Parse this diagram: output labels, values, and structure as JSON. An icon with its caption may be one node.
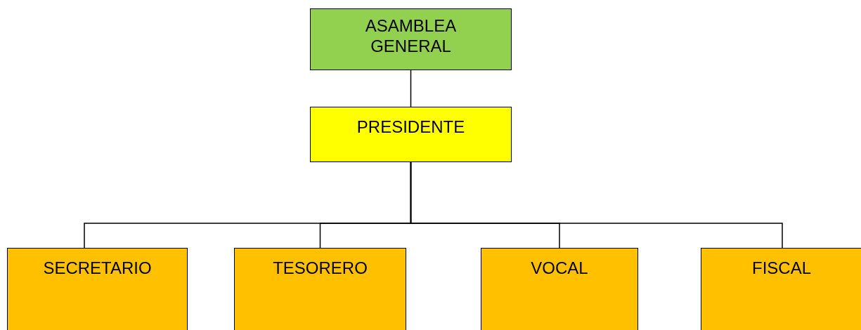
{
  "diagram": {
    "nodes": [
      {
        "text": [
          "ASAMBLEA GENERAL"
        ]
      },
      {
        "text": [
          "PRESIDENTE"
        ]
      },
      {
        "text": [
          "SECRETARIO"
        ]
      },
      {
        "text": [
          "TESORERO"
        ]
      },
      {
        "text": [
          "VOCAL"
        ]
      },
      {
        "text": [
          "FISCAL"
        ]
      }
    ],
    "edges": [
      {
        "from": 0,
        "to": 1,
        "arrow": "none"
      },
      {
        "from": 1,
        "to": 2,
        "arrow": "none"
      },
      {
        "from": 1,
        "to": 3,
        "arrow": "none"
      },
      {
        "from": 1,
        "to": 4,
        "arrow": "none"
      },
      {
        "from": 1,
        "to": 5,
        "arrow": "none"
      }
    ]
  }
}
